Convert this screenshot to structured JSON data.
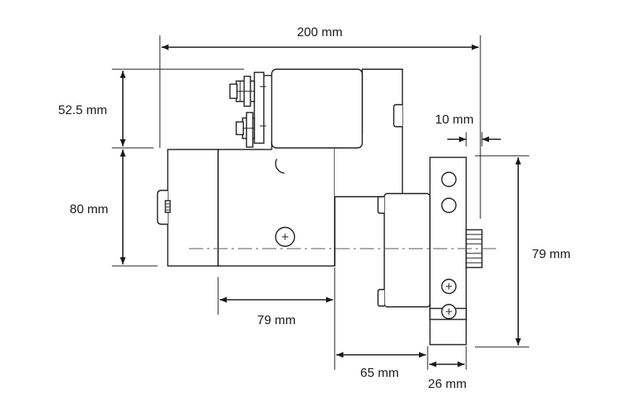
{
  "colors": {
    "line": "#1a1a1a",
    "background": "#ffffff"
  },
  "dimensions": {
    "overall_length": "200 mm",
    "solenoid_height": "52.5 mm",
    "body_height": "80 mm",
    "flange_thickness": "10 mm",
    "flange_height": "79 mm",
    "motor_length": "79 mm",
    "gear_housing_length": "65 mm",
    "nose_length": "26 mm"
  }
}
